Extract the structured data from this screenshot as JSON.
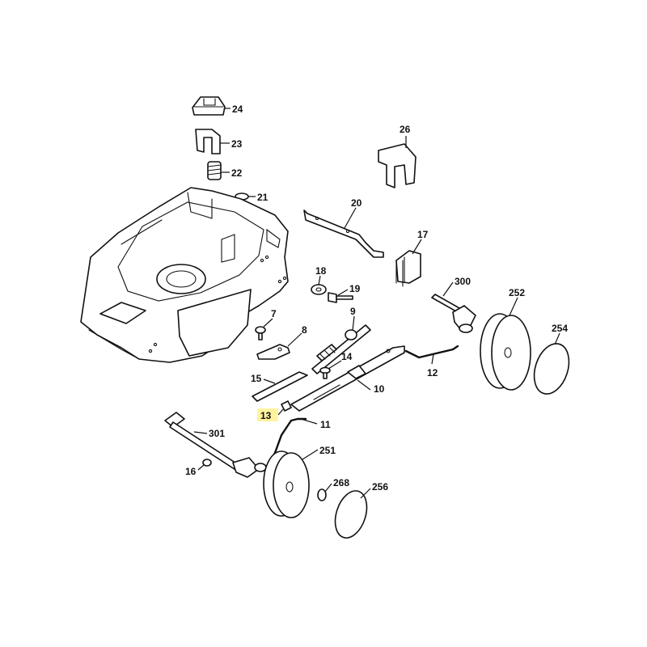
{
  "diagram": {
    "highlight_color": "#fff3a0",
    "callouts": [
      {
        "id": "24",
        "text": "24"
      },
      {
        "id": "23",
        "text": "23"
      },
      {
        "id": "22",
        "text": "22"
      },
      {
        "id": "21",
        "text": "21"
      },
      {
        "id": "26",
        "text": "26"
      },
      {
        "id": "20",
        "text": "20"
      },
      {
        "id": "17",
        "text": "17"
      },
      {
        "id": "18",
        "text": "18"
      },
      {
        "id": "19",
        "text": "19"
      },
      {
        "id": "300",
        "text": "300"
      },
      {
        "id": "252",
        "text": "252"
      },
      {
        "id": "254",
        "text": "254"
      },
      {
        "id": "7",
        "text": "7"
      },
      {
        "id": "9",
        "text": "9"
      },
      {
        "id": "8",
        "text": "8"
      },
      {
        "id": "14",
        "text": "14"
      },
      {
        "id": "15",
        "text": "15"
      },
      {
        "id": "12",
        "text": "12"
      },
      {
        "id": "10",
        "text": "10"
      },
      {
        "id": "13",
        "text": "13",
        "highlighted": true
      },
      {
        "id": "11",
        "text": "11"
      },
      {
        "id": "301",
        "text": "301"
      },
      {
        "id": "251",
        "text": "251"
      },
      {
        "id": "16",
        "text": "16"
      },
      {
        "id": "268",
        "text": "268"
      },
      {
        "id": "256",
        "text": "256"
      }
    ]
  }
}
